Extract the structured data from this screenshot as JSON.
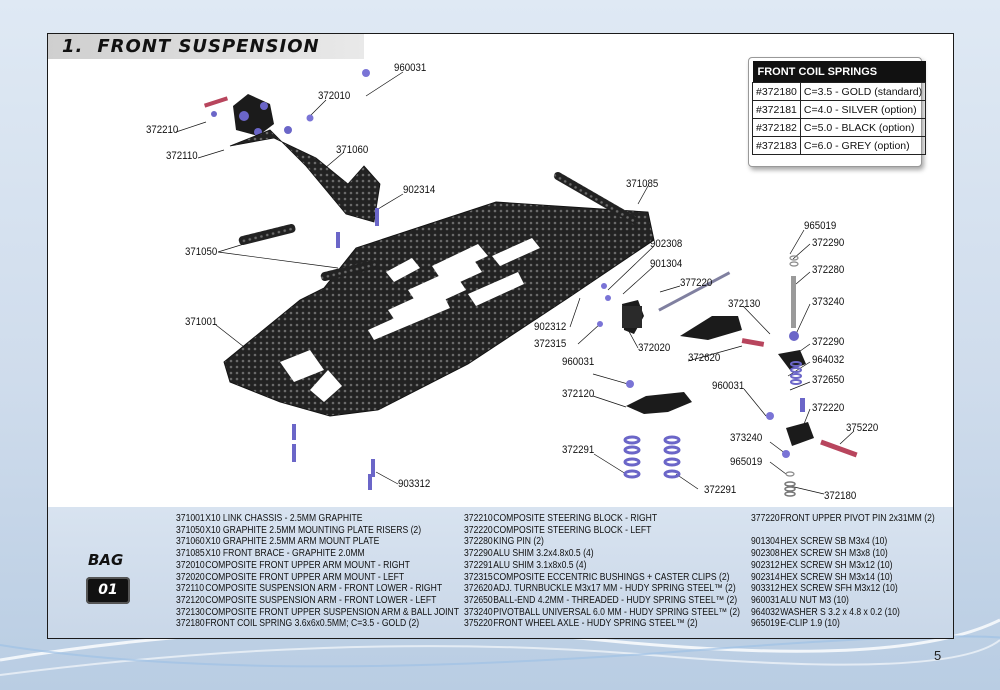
{
  "section": {
    "number": "1.",
    "title": "FRONT SUSPENSION"
  },
  "springs_table": {
    "title": "FRONT COIL SPRINGS",
    "rows": [
      {
        "part": "#372180",
        "desc": "C=3.5 - GOLD (standard)"
      },
      {
        "part": "#372181",
        "desc": "C=4.0 - SILVER (option)"
      },
      {
        "part": "#372182",
        "desc": "C=5.0 - BLACK (option)"
      },
      {
        "part": "#372183",
        "desc": "C=6.0 - GREY (option)"
      }
    ]
  },
  "callouts": {
    "c960031_top": "960031",
    "c372010": "372010",
    "c372210": "372210",
    "c372110": "372110",
    "c371060": "371060",
    "c902314": "902314",
    "c371085": "371085",
    "c371050": "371050",
    "c371001": "371001",
    "c965019_top": "965019",
    "c372290_top": "372290",
    "c902308": "902308",
    "c901304": "901304",
    "c377220": "377220",
    "c372280": "372280",
    "c372130": "372130",
    "c373240_top": "373240",
    "c902312": "902312",
    "c372315": "372315",
    "c372020": "372020",
    "c372620": "372620",
    "c372290_mid": "372290",
    "c964032": "964032",
    "c960031_mid": "960031",
    "c372650": "372650",
    "c960031_right": "960031",
    "c372120": "372120",
    "c372220": "372220",
    "c373240_bot": "373240",
    "c375220": "375220",
    "c372291_left": "372291",
    "c965019_bot": "965019",
    "c372291_right": "372291",
    "c903312": "903312",
    "c372180": "372180"
  },
  "parts_list": {
    "col1": [
      {
        "pn": "371001",
        "desc": "X10 LINK CHASSIS - 2.5MM GRAPHITE"
      },
      {
        "pn": "371050",
        "desc": "X10 GRAPHITE 2.5MM MOUNTING PLATE RISERS (2)"
      },
      {
        "pn": "371060",
        "desc": "X10 GRAPHITE 2.5MM ARM MOUNT PLATE"
      },
      {
        "pn": "371085",
        "desc": "X10 FRONT BRACE - GRAPHITE 2.0MM"
      },
      {
        "pn": "372010",
        "desc": "COMPOSITE FRONT UPPER ARM MOUNT - RIGHT"
      },
      {
        "pn": "372020",
        "desc": "COMPOSITE FRONT UPPER ARM MOUNT - LEFT"
      },
      {
        "pn": "372110",
        "desc": "COMPOSITE SUSPENSION ARM - FRONT LOWER - RIGHT"
      },
      {
        "pn": "372120",
        "desc": "COMPOSITE SUSPENSION ARM - FRONT LOWER - LEFT"
      },
      {
        "pn": "372130",
        "desc": "COMPOSITE FRONT UPPER SUSPENSION ARM & BALL JOINT"
      },
      {
        "pn": "372180",
        "desc": "FRONT COIL SPRING 3.6x6x0.5MM; C=3.5 - GOLD (2)"
      }
    ],
    "col2": [
      {
        "pn": "372210",
        "desc": "COMPOSITE STEERING BLOCK - RIGHT"
      },
      {
        "pn": "372220",
        "desc": "COMPOSITE STEERING BLOCK - LEFT"
      },
      {
        "pn": "372280",
        "desc": "KING PIN (2)"
      },
      {
        "pn": "372290",
        "desc": "ALU SHIM 3.2x4.8x0.5 (4)"
      },
      {
        "pn": "372291",
        "desc": "ALU SHIM 3.1x8x0.5 (4)"
      },
      {
        "pn": "372315",
        "desc": "COMPOSITE ECCENTRIC BUSHINGS + CASTER CLIPS (2)"
      },
      {
        "pn": "372620",
        "desc": "ADJ. TURNBUCKLE M3x17 MM - HUDY SPRING STEEL™ (2)"
      },
      {
        "pn": "372650",
        "desc": "BALL-END 4.2MM - THREADED - HUDY SPRING STEEL™ (2)"
      },
      {
        "pn": "373240",
        "desc": "PIVOTBALL UNIVERSAL 6.0 MM - HUDY SPRING STEEL™ (2)"
      },
      {
        "pn": "375220",
        "desc": "FRONT WHEEL AXLE - HUDY SPRING STEEL™ (2)"
      }
    ],
    "col3a": [
      {
        "pn": "377220",
        "desc": "FRONT UPPER PIVOT PIN 2x31MM (2)"
      }
    ],
    "col3b": [
      {
        "pn": "901304",
        "desc": "HEX SCREW SB M3x4 (10)"
      },
      {
        "pn": "902308",
        "desc": "HEX SCREW SH M3x8 (10)"
      },
      {
        "pn": "902312",
        "desc": "HEX SCREW SH M3x12 (10)"
      },
      {
        "pn": "902314",
        "desc": "HEX SCREW SH M3x14 (10)"
      },
      {
        "pn": "903312",
        "desc": "HEX SCREW SFH M3x12 (10)"
      },
      {
        "pn": "960031",
        "desc": "ALU NUT M3 (10)"
      },
      {
        "pn": "964032",
        "desc": "WASHER S 3.2 x 4.8 x 0.2 (10)"
      },
      {
        "pn": "965019",
        "desc": "E-CLIP 1.9 (10)"
      }
    ]
  },
  "bag": {
    "label": "BAG",
    "number": "01"
  },
  "page_number": "5"
}
